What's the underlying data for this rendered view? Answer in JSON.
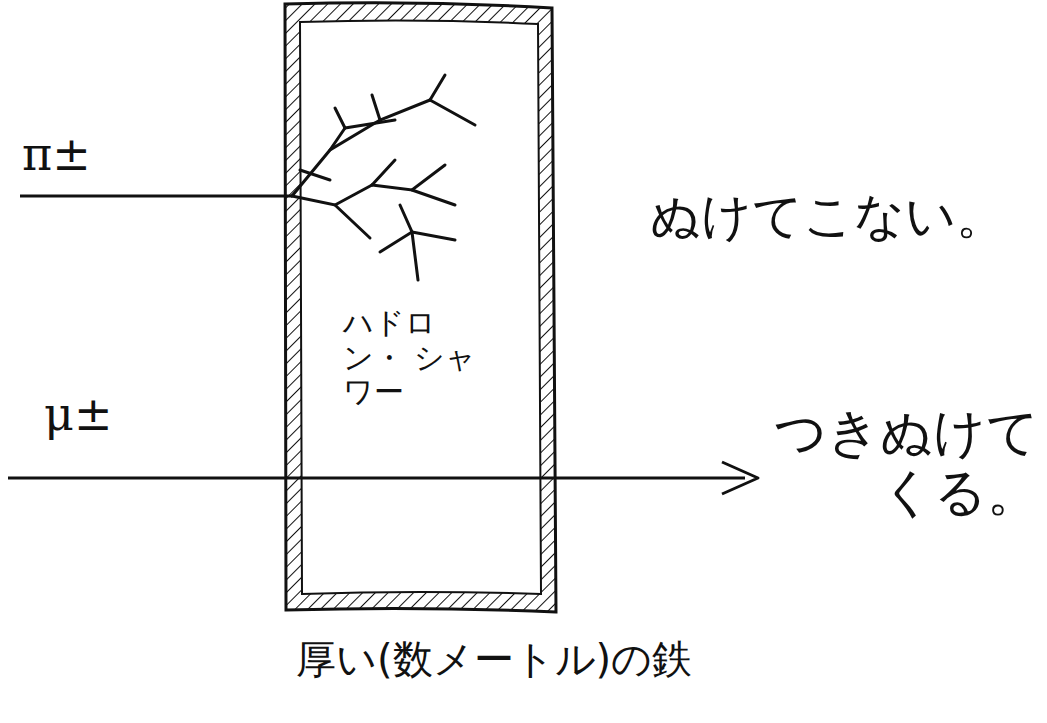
{
  "diagram": {
    "nodes": [
      {
        "text": [
          "ハドロン・ シャワー"
        ]
      }
    ],
    "labels": [
      "π±",
      "μ±",
      "ぬけてこない。",
      "つきぬけてくる。",
      "厚い(数メートル)の鉄"
    ]
  }
}
